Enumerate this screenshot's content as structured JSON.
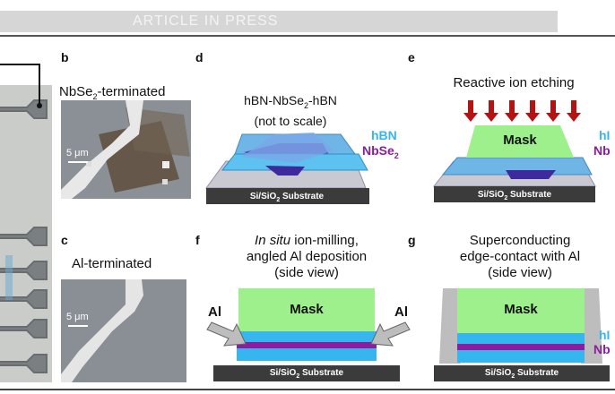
{
  "banner": {
    "text": "ARTICLE IN PRESS"
  },
  "panels": {
    "b": {
      "label": "b",
      "title_main": "NbSe",
      "title_sub": "2",
      "title_rest": "-terminated",
      "scale": "5 μm"
    },
    "c": {
      "label": "c",
      "title": "Al-terminated",
      "scale": "5 μm"
    },
    "d": {
      "label": "d",
      "title_line1_a": "hBN-NbSe",
      "title_line1_sub": "2",
      "title_line1_b": "-hBN",
      "title_line2": "(not to scale)",
      "hbn": "hBN",
      "nbse_main": "NbSe",
      "nbse_sub": "2",
      "substrate_a": "Si/SiO",
      "substrate_sub": "2",
      "substrate_b": " Substrate"
    },
    "e": {
      "label": "e",
      "title": "Reactive ion etching",
      "mask": "Mask",
      "hbn": "hI",
      "nb": "Nb",
      "substrate_a": "Si/SiO",
      "substrate_sub": "2",
      "substrate_b": " Substrate"
    },
    "f": {
      "label": "f",
      "title_line1_italic": "In situ",
      "title_line1_rest": " ion-milling,",
      "title_line2": "angled Al deposition",
      "title_line3": "(side view)",
      "mask": "Mask",
      "al_left": "Al",
      "al_right": "Al",
      "substrate_a": "Si/SiO",
      "substrate_sub": "2",
      "substrate_b": "  Substrate"
    },
    "g": {
      "label": "g",
      "title_line1": "Superconducting",
      "title_line2": "edge-contact with Al",
      "title_line3": "(side view)",
      "mask": "Mask",
      "hbn": "hI",
      "nb": "Nb",
      "substrate_a": "Si/SiO",
      "substrate_sub": "2",
      "substrate_b": "  Substrate"
    }
  },
  "colors": {
    "hbn": "#35b6ee",
    "nbse2": "#8e1ca1",
    "mask": "#9df08c",
    "substrate": "#3b3b3b",
    "arrow": "#b21414",
    "al": "#bdbdbd"
  }
}
